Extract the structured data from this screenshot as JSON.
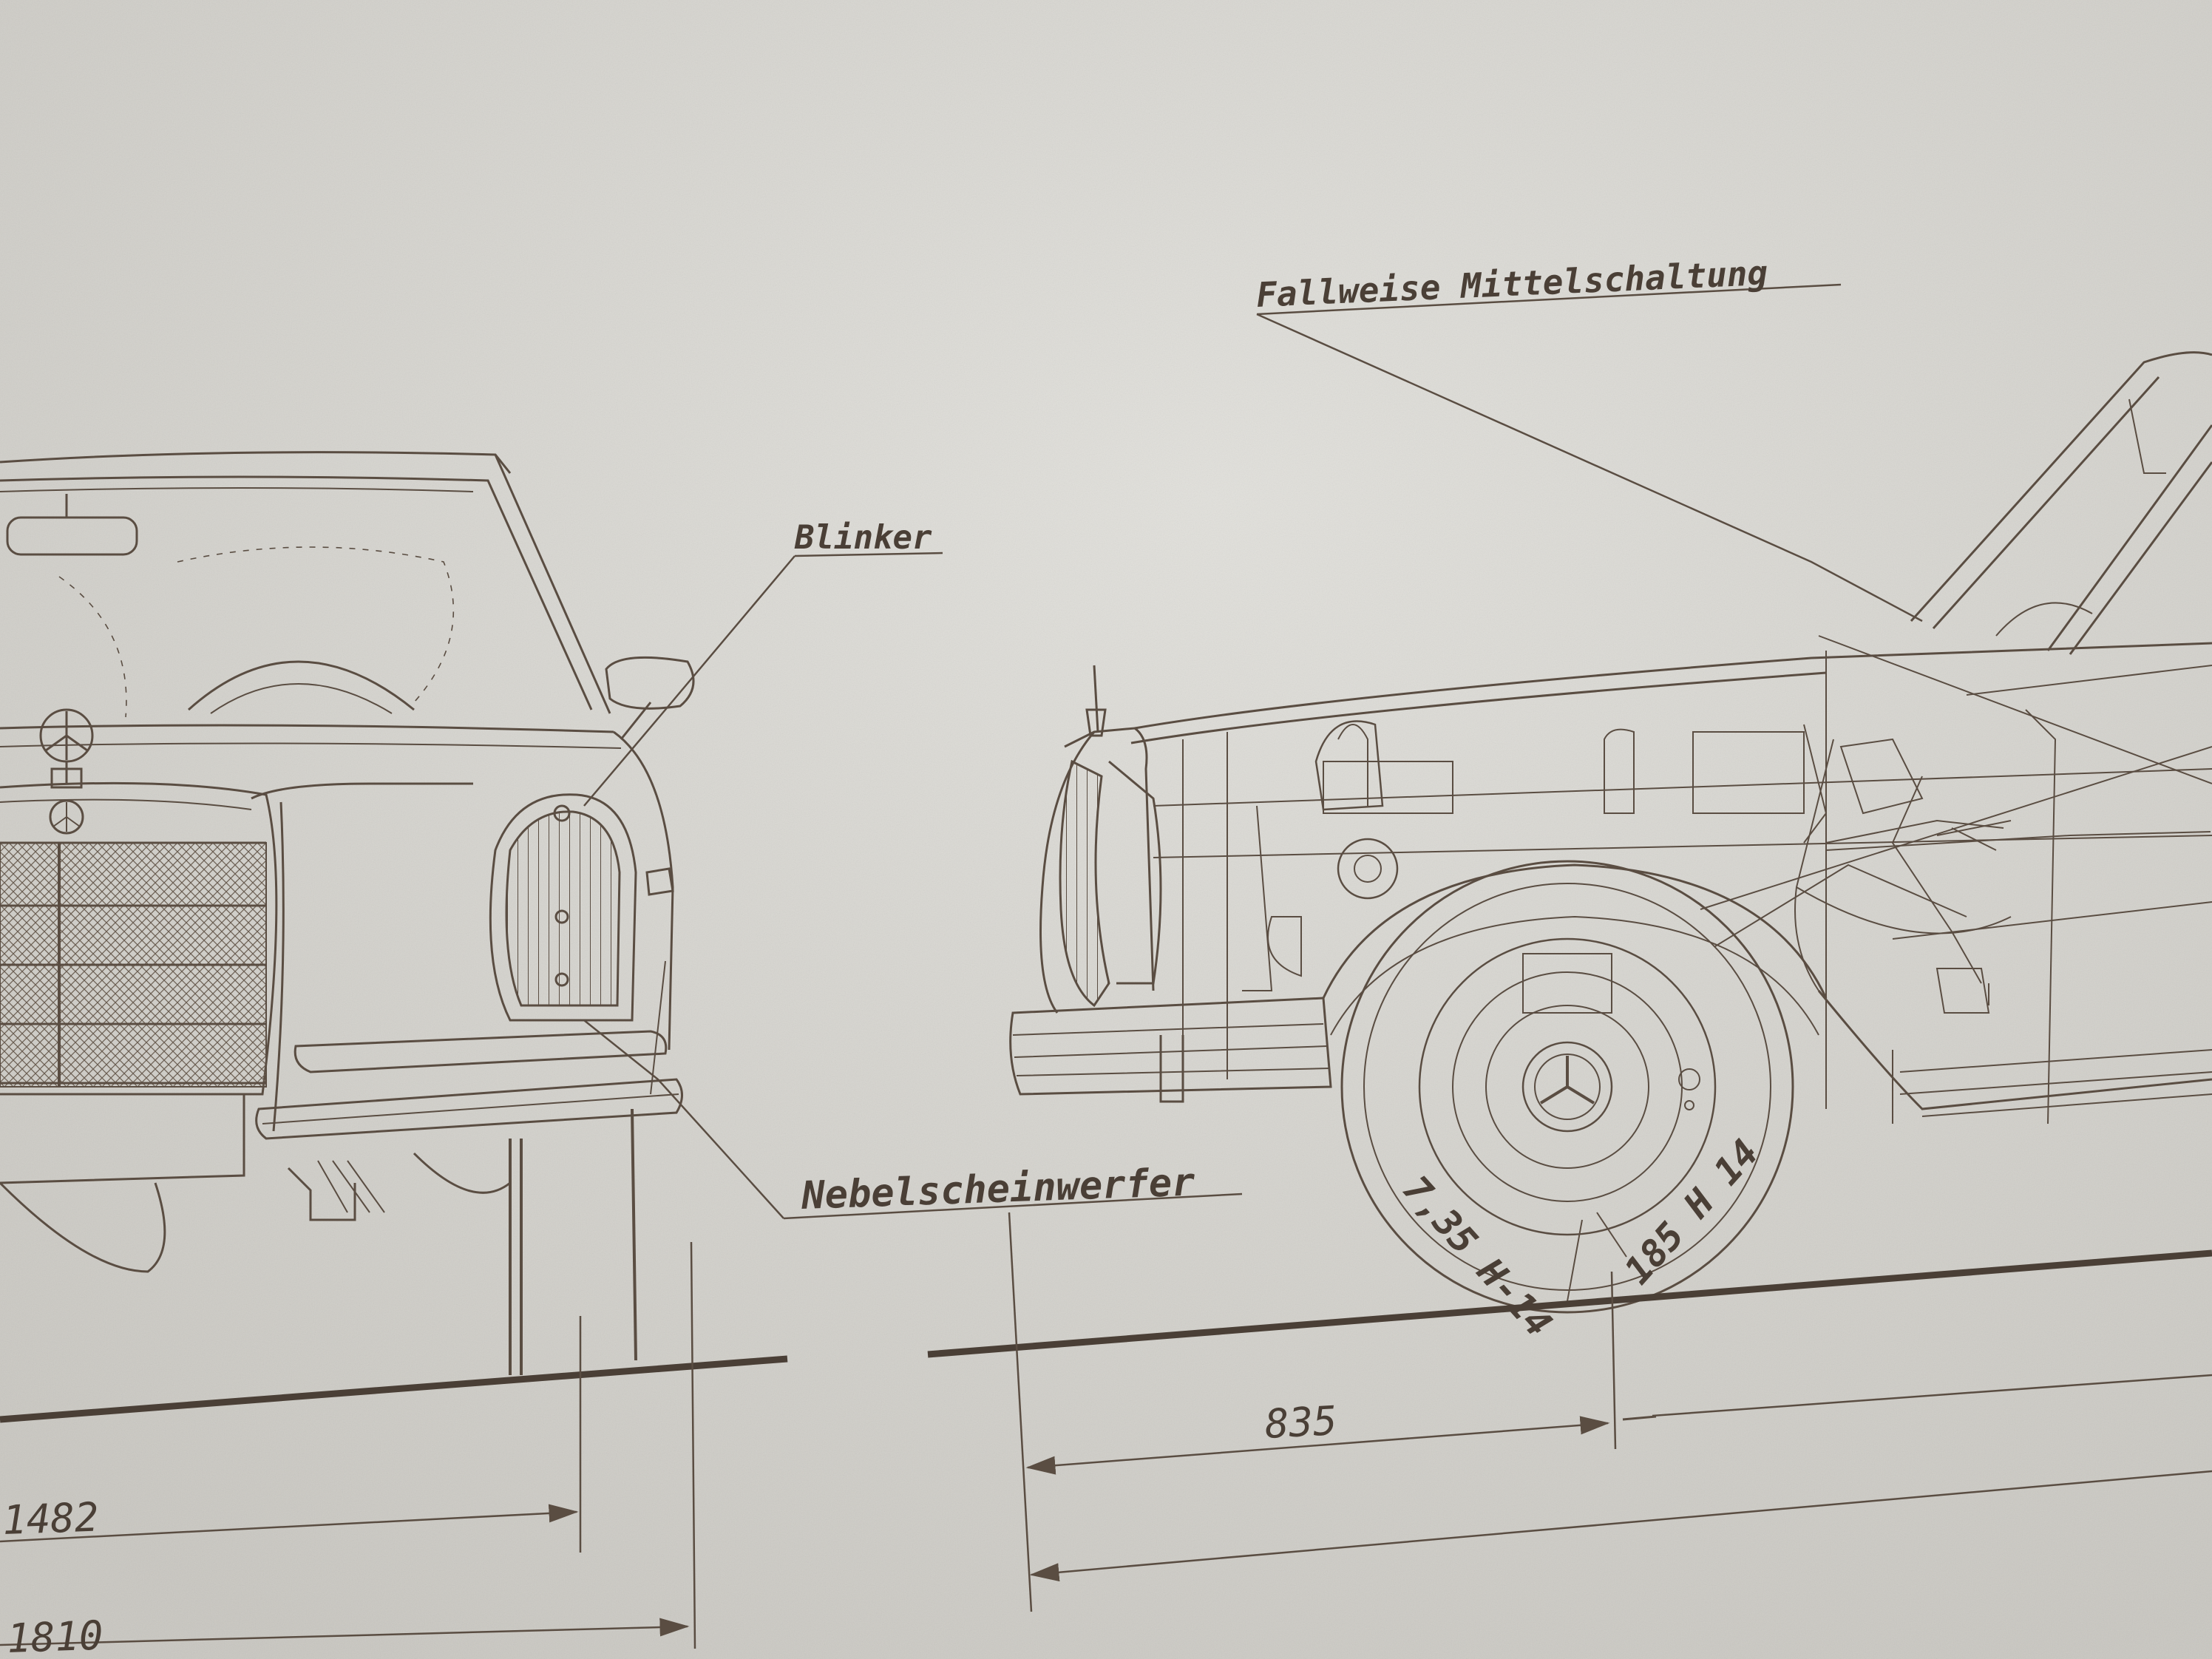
{
  "labels": {
    "mittelschaltung": "Fallweise Mittelschaltung",
    "blinker": "Blinker",
    "nebelscheinwerfer": "Nebelscheinwerfer"
  },
  "dimensions": {
    "track_width": "1482",
    "overall_width": "1810",
    "front_overhang": "835"
  },
  "tyre": {
    "left_marking": "7,35 H-14",
    "right_marking": "185 H 14"
  },
  "colors": {
    "paper": "#d9d8d3",
    "ink": "#5a4d42",
    "text": "#4a3f36"
  }
}
